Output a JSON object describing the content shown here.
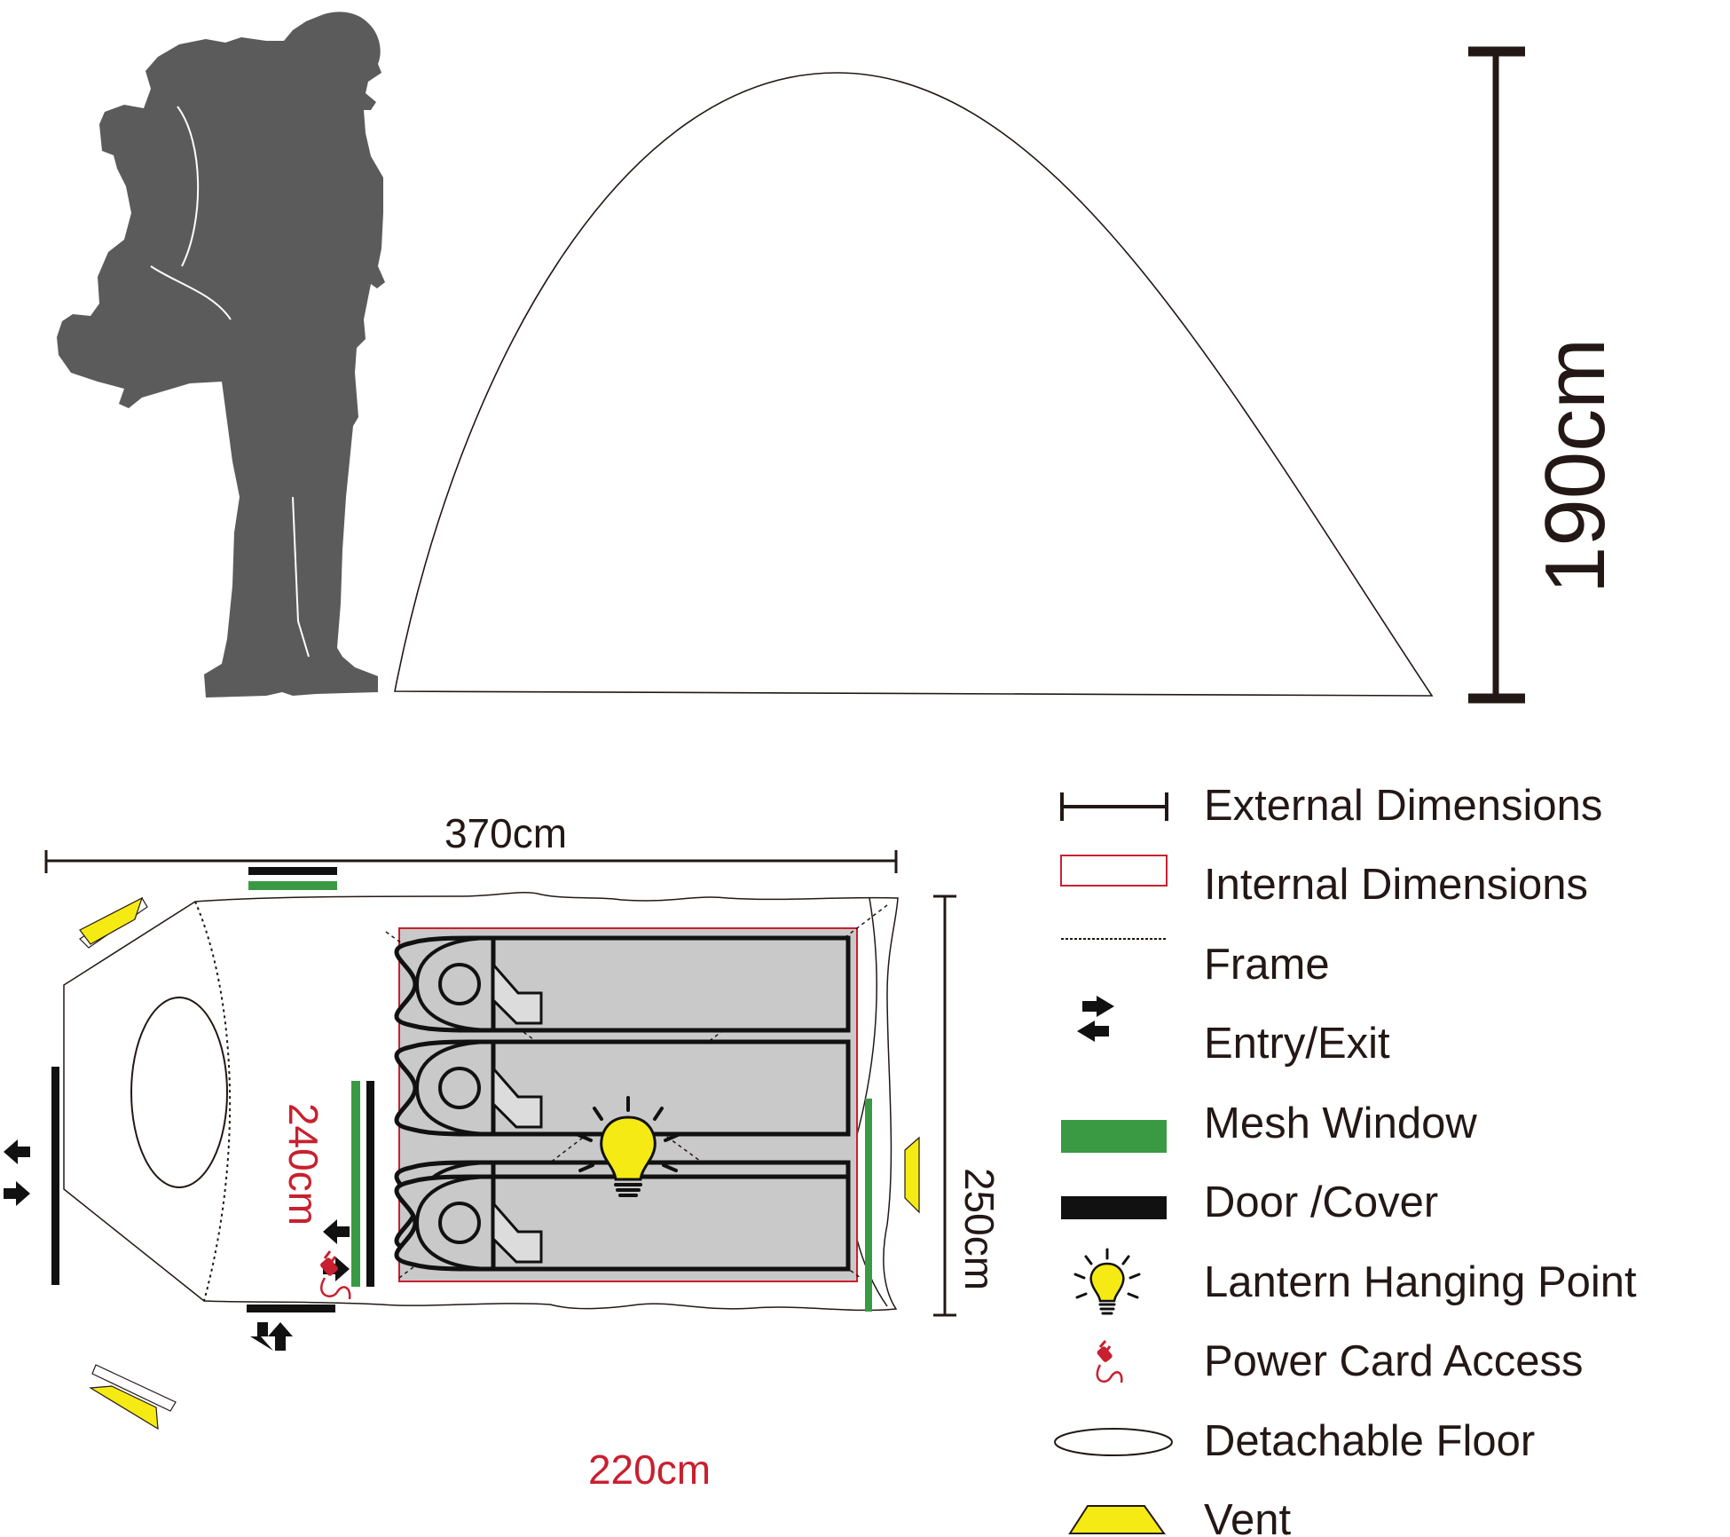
{
  "dimensions": {
    "height": "190cm",
    "external_length": "370cm",
    "external_width": "250cm",
    "internal_length": "240cm",
    "internal_width": "220cm"
  },
  "legend": {
    "items": [
      {
        "key": "external",
        "label": "External Dimensions"
      },
      {
        "key": "internal",
        "label": "Internal Dimensions"
      },
      {
        "key": "frame",
        "label": "Frame"
      },
      {
        "key": "entry",
        "label": "Entry/Exit"
      },
      {
        "key": "mesh",
        "label": "Mesh Window"
      },
      {
        "key": "door",
        "label": "Door /Cover"
      },
      {
        "key": "lantern",
        "label": "Lantern Hanging Point"
      },
      {
        "key": "power",
        "label": "Power Card Access"
      },
      {
        "key": "floor",
        "label": "Detachable Floor"
      },
      {
        "key": "vent",
        "label": "Vent"
      }
    ]
  },
  "colors": {
    "silhouette": "#5b5b5b",
    "dimension_line": "#231815",
    "internal_red": "#c8202f",
    "mesh_green": "#3a9a44",
    "door_black": "#111111",
    "lantern_yellow": "#f5ea14",
    "vent_yellow": "#f5ea14",
    "inner_floor_gray": "#c9c9c9"
  }
}
